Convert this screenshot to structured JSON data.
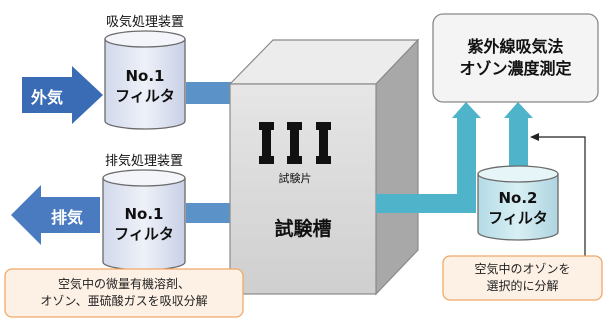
{
  "intake_unit": {
    "title": "吸気処理装置",
    "arrow_label": "外気",
    "filter_line1": "No.1",
    "filter_line2": "フィルタ"
  },
  "exhaust_unit": {
    "title": "排気処理装置",
    "arrow_label": "排気",
    "filter_line1": "No.1",
    "filter_line2": "フィルタ"
  },
  "chamber": {
    "label": "試験槽",
    "specimen_label": "試験片"
  },
  "filter2": {
    "line1": "No.2",
    "line2": "フィルタ"
  },
  "measurement": {
    "line1": "紫外線吸気法",
    "line2": "オゾン濃度測定"
  },
  "notes": {
    "filter1_line1": "空気中の微量有機溶剤、",
    "filter1_line2": "オゾン、亜硫酸ガスを吸収分解",
    "filter2_line1": "空気中のオゾンを",
    "filter2_line2": "選択的に分解"
  },
  "colors": {
    "intake_arrow": "#3a6cb5",
    "duct_blue": "#5b93c9",
    "ozone_duct": "#4fb3c9",
    "cylinder_fill": "#e4e9f5",
    "filter2_fill": "#c5e6ee",
    "chamber_front": "#dadada",
    "chamber_top": "#ececec",
    "chamber_side": "#a8a8a8",
    "note_border": "#f0a868",
    "note_fill": "#fdf1e6",
    "result_box": "#f4f4f4"
  }
}
